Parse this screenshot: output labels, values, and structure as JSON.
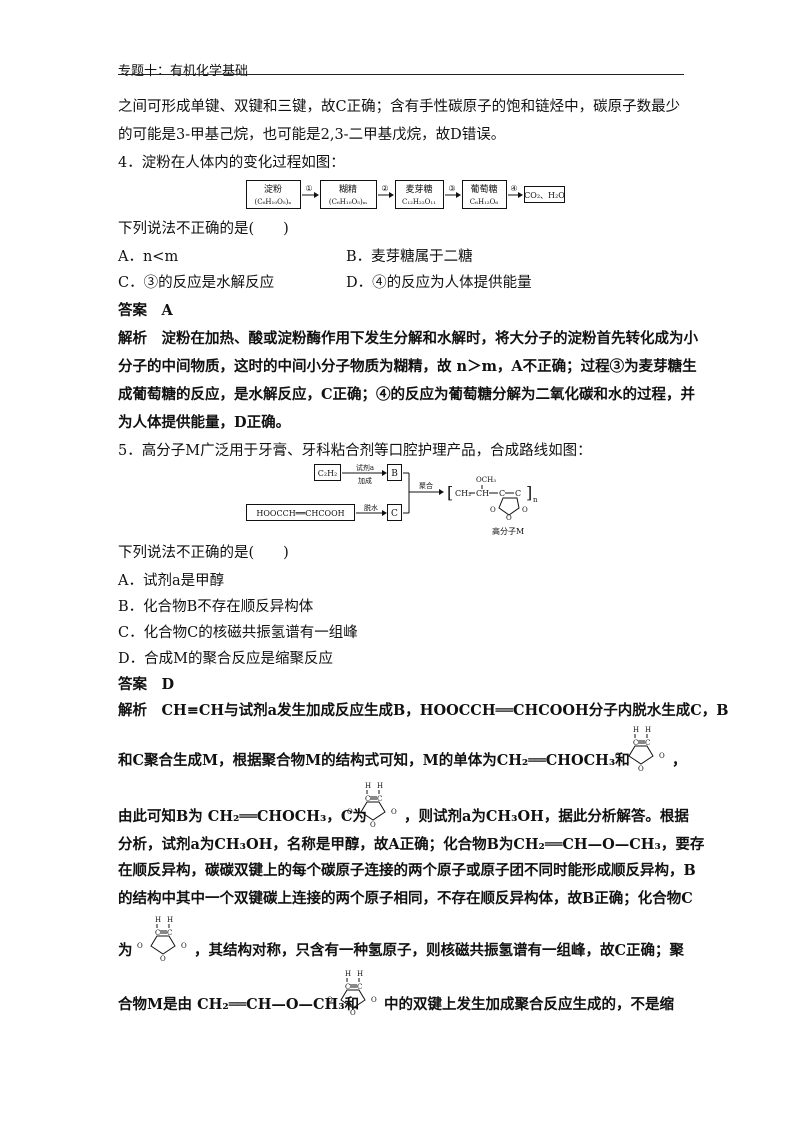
{
  "header": {
    "title": "专题十：有机化学基础"
  },
  "lines": {
    "l1": "之间可形成单键、双键和三键，故C正确；含有手性碳原子的饱和链烃中，碳原子数最少",
    "l2": "的可能是3-甲基己烷，也可能是2,3-二甲基戊烷，故D错误。",
    "q4": "4．淀粉在人体内的变化过程如图：",
    "q4_ask": "下列说法不正确的是(　　)",
    "q4_a": "A．n<m",
    "q4_b": "B．麦芽糖属于二糖",
    "q4_c": "C．③的反应是水解反应",
    "q4_d": "D．④的反应为人体提供能量",
    "q4_ans": "答案　A",
    "q4_e1": "解析　淀粉在加热、酸或淀粉酶作用下发生分解和水解时，将大分子的淀粉首先转化成为小",
    "q4_e2": "分子的中间物质，这时的中间小分子物质为糊精，故 n＞m，A不正确；过程③为麦芽糖生",
    "q4_e3": "成葡萄糖的反应，是水解反应，C正确；④的反应为葡萄糖分解为二氧化碳和水的过程，并",
    "q4_e4": "为人体提供能量，D正确。",
    "q5": "5．高分子M广泛用于牙膏、牙科粘合剂等口腔护理产品，合成路线如图：",
    "q5_ask": "下列说法不正确的是(　　)",
    "q5_a": "A．试剂a是甲醇",
    "q5_b": "B．化合物B不存在顺反异构体",
    "q5_c": "C．化合物C的核磁共振氢谱有一组峰",
    "q5_d": "D．合成M的聚合反应是缩聚反应",
    "q5_ans": "答案　D",
    "q5_e1": "解析　CH≡CH与试剂a发生加成反应生成B，HOOCCH══CHCOOH分子内脱水生成C，B",
    "q5_e2a": "和C聚合生成M，根据聚合物M的结构式可知，M的单体为CH₂══CHOCH₃和",
    "q5_e2b": "，",
    "q5_e3a": "由此可知B为 CH₂══CHOCH₃，C为",
    "q5_e3b": "，则试剂a为CH₃OH，据此分析解答。根据",
    "q5_e4": "分析，试剂a为CH₃OH，名称是甲醇，故A正确；化合物B为CH₂══CH—O—CH₃，要存",
    "q5_e5": "在顺反异构，碳碳双键上的每个碳原子连接的两个原子或原子团不同时能形成顺反异构，B",
    "q5_e6": "的结构中其中一个双键碳上连接的两个原子相同，不存在顺反异构体，故B正确；化合物C",
    "q5_e7a": "为",
    "q5_e7b": "，其结构对称，只含有一种氢原子，则核磁共振氢谱有一组峰，故C正确；聚",
    "q5_e8a": "合物M是由 CH₂══CH—O—CH₃和",
    "q5_e8b": "中的双键上发生加成聚合反应生成的，不是缩"
  },
  "starch_flow": {
    "nodes": [
      {
        "name": "淀粉",
        "formula": "(C₆H₁₀O₅)ₙ"
      },
      {
        "name": "糊精",
        "formula": "(C₆H₁₀O₅)ₘ"
      },
      {
        "name": "麦芽糖",
        "formula": "C₁₂H₂₂O₁₁"
      },
      {
        "name": "葡萄糖",
        "formula": "C₆H₁₂O₆"
      },
      {
        "name": "CO₂、H₂O",
        "formula": ""
      }
    ],
    "steps": [
      "①",
      "②",
      "③",
      "④"
    ]
  },
  "synthesis": {
    "start1": "C₂H₂",
    "reagent": "试剂a",
    "cond": "加成",
    "b": "B",
    "start2": "HOOCCH══CHCOOH",
    "dehydrate": "脱水",
    "c": "C",
    "polymerize": "聚合",
    "product_label": "高分子M",
    "och3": "OCH₃",
    "ch2": "CH₂",
    "ch": "CH",
    "n": "n"
  },
  "ring": {
    "h": "H",
    "c": "C",
    "o": "O"
  }
}
